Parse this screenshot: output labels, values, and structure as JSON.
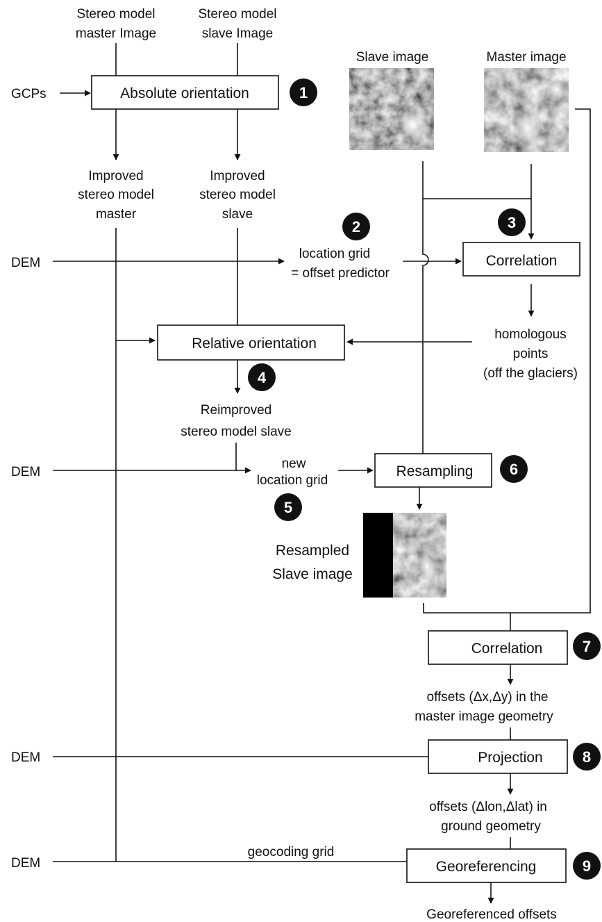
{
  "inputs": {
    "master_line1": "Stereo model",
    "master_line2": "master Image",
    "slave_line1": "Stereo model",
    "slave_line2": "slave Image",
    "gcps": "GCPs",
    "dem": "DEM",
    "slave_image": "Slave image",
    "master_image": "Master image"
  },
  "boxes": {
    "absolute_orientation": "Absolute orientation",
    "correlation_1": "Correlation",
    "relative_orientation": "Relative orientation",
    "resampling": "Resampling",
    "correlation_2": "Correlation",
    "projection": "Projection",
    "georeferencing": "Georeferencing"
  },
  "labels": {
    "improved_master": [
      "Improved",
      "stereo model",
      "master"
    ],
    "improved_slave": [
      "Improved",
      "stereo model",
      "slave"
    ],
    "location_grid": [
      "location grid",
      "= offset predictor"
    ],
    "homologous": [
      "homologous",
      "points",
      "(off the glaciers)"
    ],
    "reimproved": [
      "Reimproved",
      "stereo model slave"
    ],
    "new_location_grid": [
      "new",
      "location grid"
    ],
    "resampled_slave": [
      "Resampled",
      "Slave image"
    ],
    "offsets_xy": [
      "offsets (Δx,Δy) in the",
      "master image geometry"
    ],
    "offsets_lonlat": [
      "offsets (Δlon,Δlat) in",
      "ground geometry"
    ],
    "geocoding_grid": "geocoding grid",
    "georeferenced_offsets": "Georeferenced offsets"
  },
  "steps": [
    "1",
    "2",
    "3",
    "4",
    "5",
    "6",
    "7",
    "8",
    "9"
  ]
}
